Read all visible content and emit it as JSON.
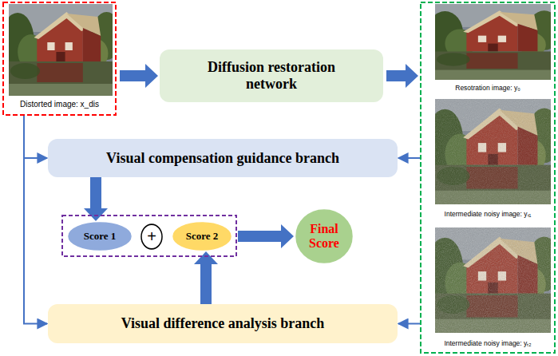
{
  "diagram": {
    "nodes": [
      {
        "text": [
          "Distorted image: x_dis"
        ]
      },
      {
        "text": [
          "Diffusion restoration network"
        ]
      },
      {
        "text": [
          "Resotration image: y₀",
          "Intermediate noisy image: yₜ₁",
          "Intermediate noisy image: yₜ₂"
        ]
      },
      {
        "text": [
          "Visual compensation guidance branch"
        ]
      },
      {
        "text": [
          "Score 1"
        ]
      },
      {
        "text": [
          "+"
        ]
      },
      {
        "text": [
          "Score 2"
        ]
      },
      {
        "text": [
          "Final Score"
        ]
      },
      {
        "text": [
          "Visual difference analysis branch"
        ]
      }
    ],
    "edges": [
      {
        "from": 0,
        "to": 1,
        "arrow": "to"
      },
      {
        "from": 1,
        "to": 2,
        "arrow": "to"
      },
      {
        "from": 0,
        "to": 3,
        "arrow": "to"
      },
      {
        "from": 0,
        "to": 8,
        "arrow": "to"
      },
      {
        "from": 2,
        "to": 3,
        "arrow": "to"
      },
      {
        "from": 2,
        "to": 8,
        "arrow": "to"
      },
      {
        "from": 3,
        "to": 4,
        "arrow": "to"
      },
      {
        "from": 8,
        "to": 6,
        "arrow": "to"
      },
      {
        "from": 6,
        "to": 7,
        "arrow": "to"
      }
    ]
  }
}
